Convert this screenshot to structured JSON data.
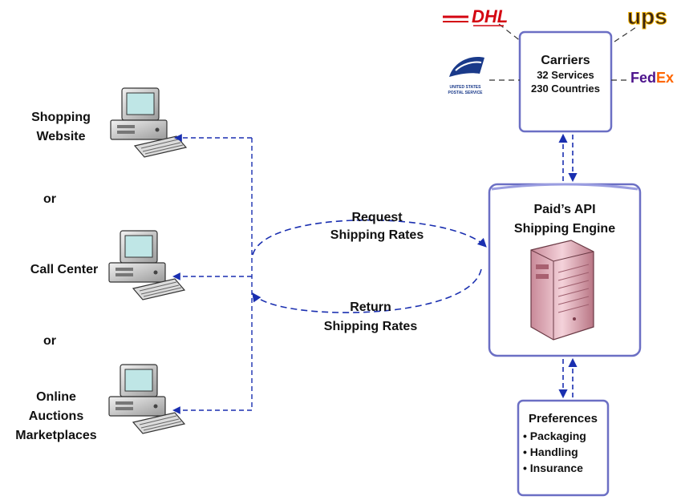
{
  "clients": {
    "shopping": {
      "line1": "Shopping",
      "line2": "Website"
    },
    "or1": "or",
    "call_center": "Call Center",
    "or2": "or",
    "auctions": {
      "line1": "Online",
      "line2": "Auctions",
      "line3": "Marketplaces"
    }
  },
  "flows": {
    "request": {
      "line1": "Request",
      "line2": "Shipping Rates"
    },
    "return": {
      "line1": "Return",
      "line2": "Shipping Rates"
    }
  },
  "engine": {
    "line1": "Paid’s API",
    "line2": "Shipping Engine"
  },
  "carriers": {
    "title": "Carriers",
    "services": "32 Services",
    "countries": "230 Countries"
  },
  "preferences": {
    "title": "Preferences",
    "items": [
      "• Packaging",
      "• Handling",
      "• Insurance"
    ]
  },
  "logos": {
    "dhl": "DHL",
    "ups": "ups",
    "usps": {
      "line1": "UNITED STATES",
      "line2": "POSTAL SERVICE"
    },
    "fedex": {
      "fed": "Fed",
      "ex": "Ex"
    }
  },
  "colors": {
    "dash_blue": "#1a2fb0",
    "box_border": "#6b6fc4",
    "box_fill": "#ffffff",
    "dhl_red": "#d40511",
    "ups_brown": "#3a2515",
    "ups_gold": "#f4b400",
    "usps_blue": "#1a3a8a",
    "fedex_purple": "#4d148c",
    "fedex_orange": "#ff6600",
    "server_pink": "#e8b4c0"
  },
  "icons": [
    "computer-icon",
    "server-icon",
    "dhl-logo",
    "ups-logo",
    "usps-logo",
    "fedex-logo"
  ]
}
